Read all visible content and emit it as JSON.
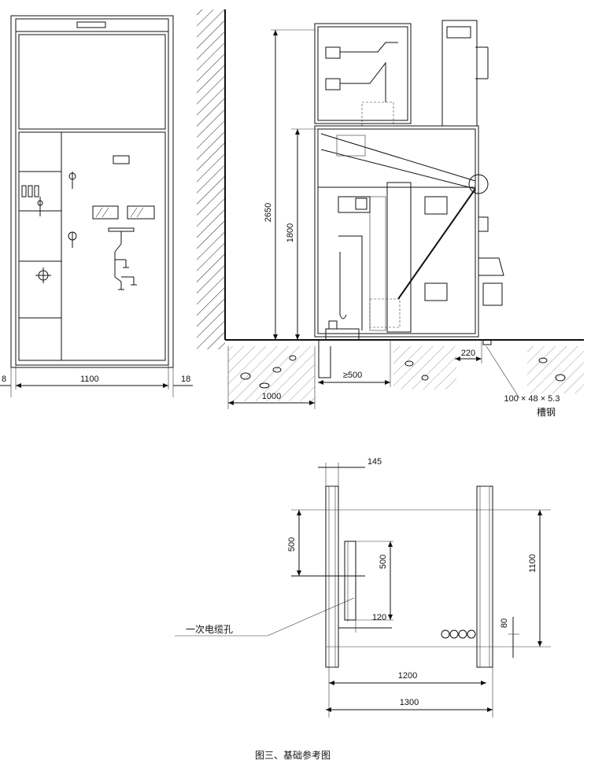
{
  "front_view": {
    "dim_left": "8",
    "dim_width": "1100",
    "dim_right": "18"
  },
  "side_view": {
    "dim_height_total": "2650",
    "dim_height_mid": "1800",
    "dim_depth": "1000",
    "dim_clearance": "≥500",
    "dim_rear": "220",
    "channel_size": "100 × 48 × 5.3",
    "channel_label": "槽钢"
  },
  "foundation_plan": {
    "dim_145": "145",
    "dim_500_outer": "500",
    "dim_500_inner": "500",
    "dim_120": "120",
    "dim_80": "80",
    "dim_1100": "1100",
    "dim_1200": "1200",
    "dim_1300": "1300",
    "cable_hole_label": "一次电缆孔"
  },
  "caption": "图三、基础参考图"
}
